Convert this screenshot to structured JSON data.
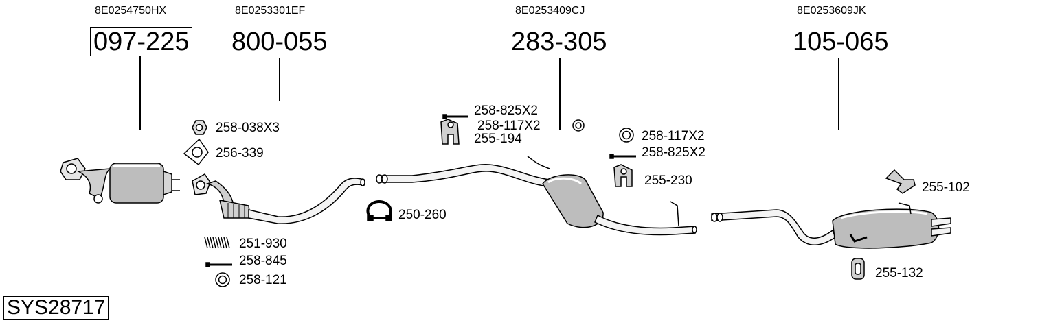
{
  "assemblies": [
    {
      "oem": "8E0254750HX",
      "part": "097-225"
    },
    {
      "oem": "8E0253301EF",
      "part": "800-055"
    },
    {
      "oem": "8E0253409CJ",
      "part": "283-305"
    },
    {
      "oem": "8E0253609JK",
      "part": "105-065"
    }
  ],
  "fittings": [
    "258-038X3",
    "256-339",
    "251-930",
    "258-845",
    "258-121",
    "258-825X2",
    "258-117X2",
    "255-194",
    "250-260",
    "258-117X2",
    "258-825X2",
    "255-230",
    "255-102",
    "255-132"
  ],
  "system_code": "SYS28717"
}
